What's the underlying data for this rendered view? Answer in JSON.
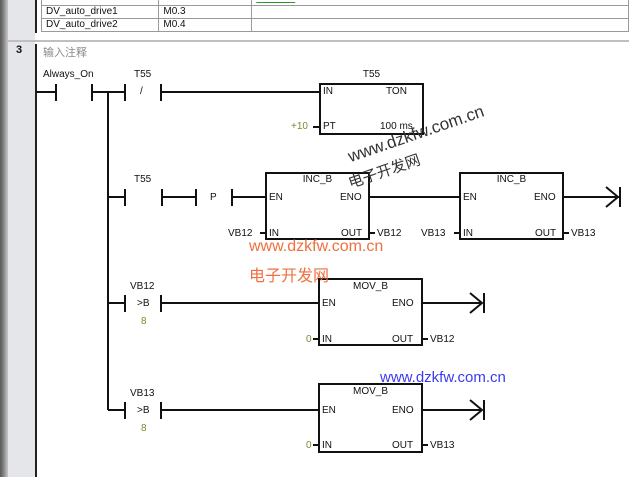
{
  "symbol_table": {
    "rows": [
      {
        "symbol": "DV_auto_drive1",
        "address": "M0.3",
        "comment": ""
      },
      {
        "symbol": "DV_auto_drive2",
        "address": "M0.4",
        "comment": ""
      }
    ]
  },
  "network": {
    "number": "3",
    "comment_placeholder": "输入注释"
  },
  "rung1": {
    "contact1_label": "Always_On",
    "contact2_label": "T55",
    "contact2_symbol": "/",
    "timer": {
      "name": "T55",
      "type": "TON",
      "in_pin": "IN",
      "pt_pin": "PT",
      "pt_value": "+10",
      "resolution": "100 ms"
    }
  },
  "rung2": {
    "contact_label": "T55",
    "edge_symbol": "P",
    "box1": {
      "name": "INC_B",
      "en": "EN",
      "eno": "ENO",
      "in": "IN",
      "out": "OUT",
      "in_var": "VB12",
      "out_var": "VB12"
    },
    "box2": {
      "name": "INC_B",
      "en": "EN",
      "eno": "ENO",
      "in": "IN",
      "out": "OUT",
      "in_var": "VB13",
      "out_var": "VB13"
    }
  },
  "rung3": {
    "compare_var": "VB12",
    "compare_op": ">B",
    "compare_value": "8",
    "box": {
      "name": "MOV_B",
      "en": "EN",
      "eno": "ENO",
      "in": "IN",
      "out": "OUT",
      "in_value": "0",
      "out_var": "VB12"
    }
  },
  "rung4": {
    "compare_var": "VB13",
    "compare_op": ">B",
    "compare_value": "8",
    "box": {
      "name": "MOV_B",
      "en": "EN",
      "eno": "ENO",
      "in": "IN",
      "out": "OUT",
      "in_value": "0",
      "out_var": "VB13"
    }
  },
  "watermarks": {
    "rotated_url": "www.dzkfw.com.cn",
    "rotated_cn": "电子开发网",
    "orange_url": "www.dzkfw.com.cn",
    "orange_cn": "电子开发网",
    "blue_url": "www.dzkfw.com.cn"
  },
  "colors": {
    "line": "#111111",
    "constant": "#7a8a2a",
    "watermark_orange": "#f07040",
    "watermark_blue": "#3a3af0"
  }
}
